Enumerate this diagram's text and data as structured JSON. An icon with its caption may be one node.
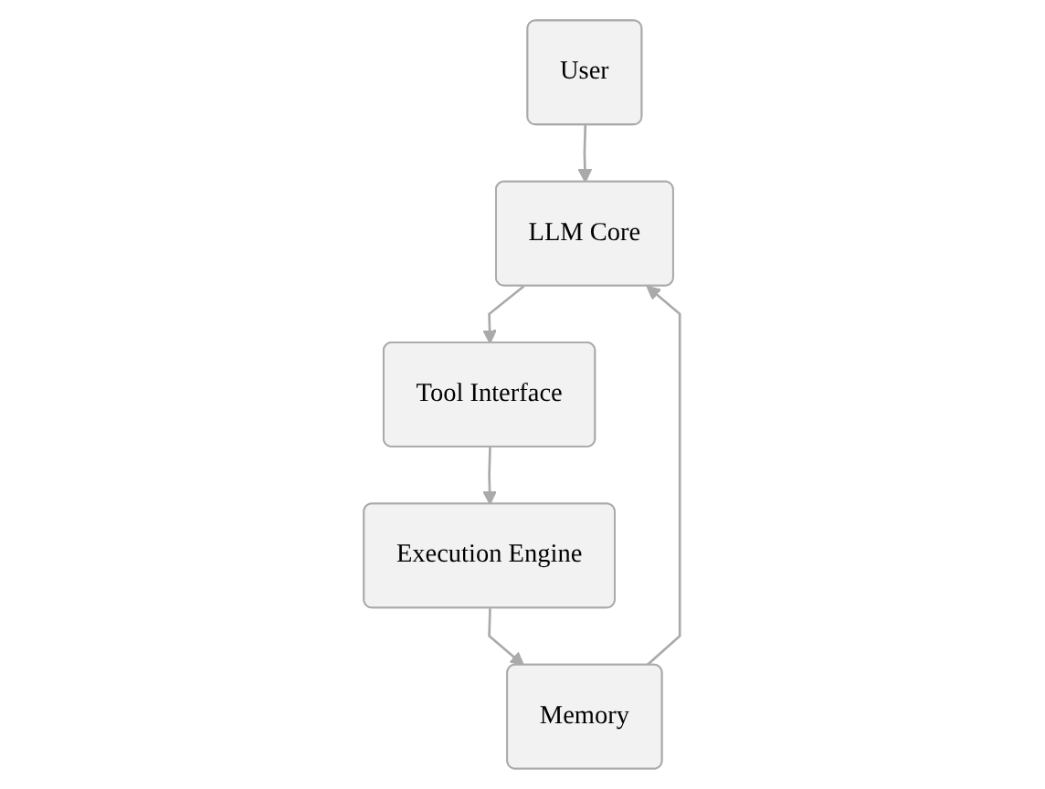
{
  "diagram": {
    "nodes": [
      {
        "text": [
          "User"
        ]
      },
      {
        "text": [
          "LLM Core"
        ]
      },
      {
        "text": [
          "Tool Interface"
        ]
      },
      {
        "text": [
          "Execution Engine"
        ]
      },
      {
        "text": [
          "Memory"
        ]
      }
    ],
    "edges": [
      {
        "from": 0,
        "to": 1,
        "arrow": "to"
      },
      {
        "from": 1,
        "to": 2,
        "arrow": "to"
      },
      {
        "from": 2,
        "to": 3,
        "arrow": "to"
      },
      {
        "from": 4,
        "to": 1,
        "arrow": "to"
      },
      {
        "from": 3,
        "to": 4,
        "arrow": "to"
      }
    ]
  }
}
